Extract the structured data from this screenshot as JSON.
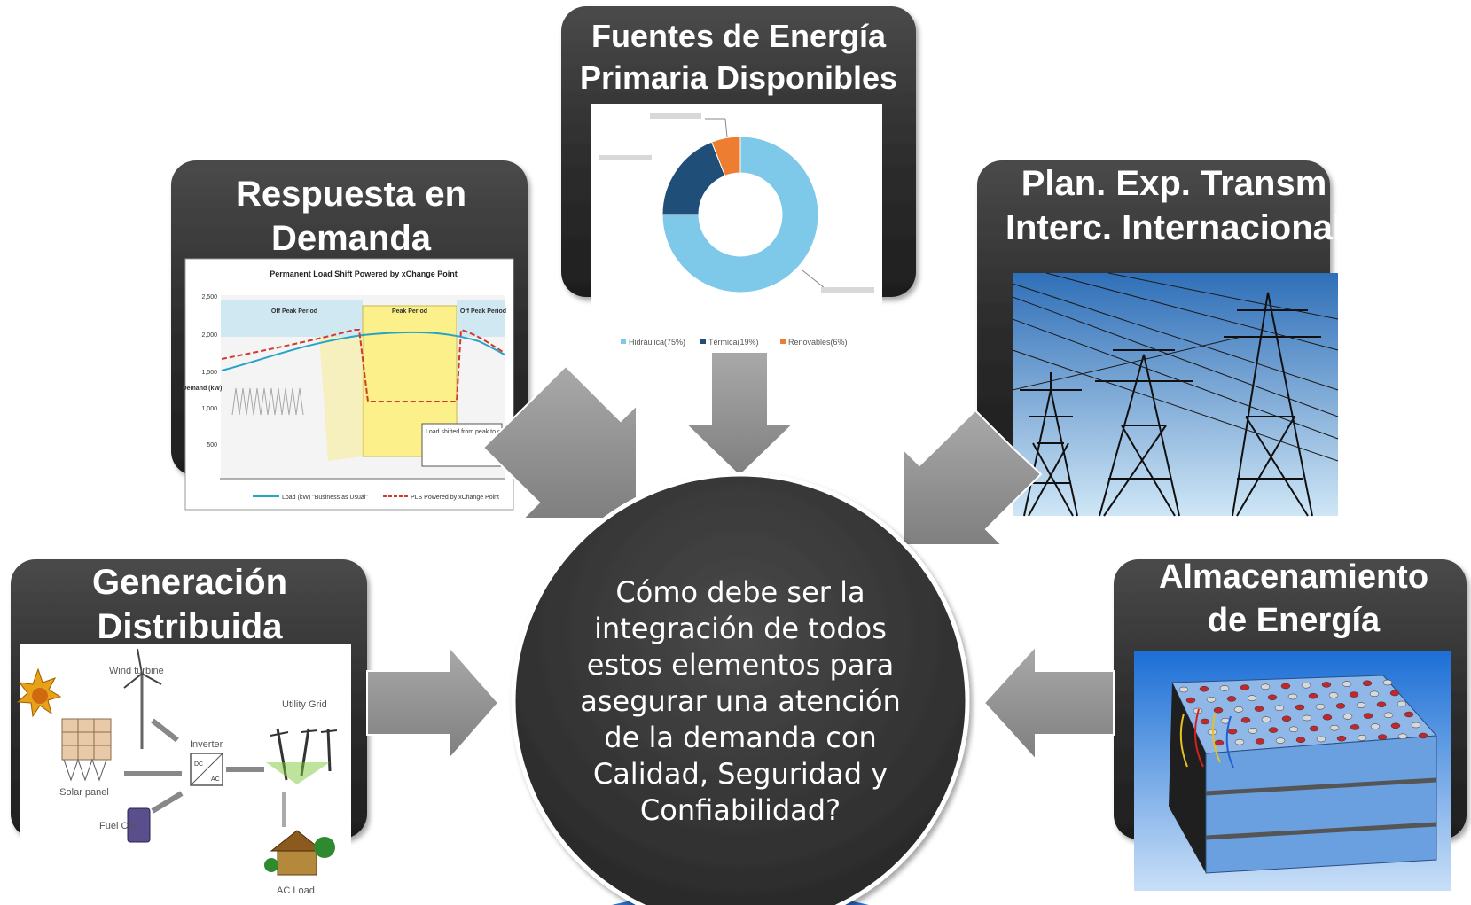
{
  "center": {
    "lines": [
      "Cómo debe ser la",
      "integración de todos",
      "estos elementos para",
      "asegurar una atención",
      "de la demanda con",
      "Calidad, Seguridad y",
      "Confiabilidad?"
    ]
  },
  "panels": {
    "fuentes": {
      "title_lines": [
        "Fuentes de Energía",
        "Primaria Disponibles"
      ]
    },
    "respuesta": {
      "title_lines": [
        "Respuesta en",
        "Demanda"
      ]
    },
    "plan": {
      "title_lines": [
        "Plan.  Exp. Transm",
        "Interc. Internacional"
      ]
    },
    "generacion": {
      "title_lines": [
        "Generación",
        "Distribuida"
      ]
    },
    "almacenamiento": {
      "title_lines": [
        "Almacenamiento",
        "de Energía"
      ]
    }
  },
  "donut": {
    "segments": [
      {
        "value": 75,
        "color": "#7ec8ea"
      },
      {
        "value": 19,
        "color": "#1f4e79"
      },
      {
        "value": 6,
        "color": "#ed7d31"
      }
    ],
    "legend": [
      {
        "label": "Hidráulica(75%)",
        "color": "#7ec8ea"
      },
      {
        "label": "Térmica(19%)",
        "color": "#1f4e79"
      },
      {
        "label": "Renovables(6%)",
        "color": "#ed7d31"
      }
    ]
  },
  "load_chart": {
    "title": "Permanent Load Shift Powered by xChange Point",
    "y_ticks": [
      "2,500",
      "2,000",
      "1,500",
      "1,000",
      "500"
    ],
    "y_label": "Demand (kW)",
    "periods": [
      "Off Peak Period",
      "Peak Period",
      "Off Peak Period"
    ],
    "annotation": "Load shifted from peak to off-peak periods daily during entire season",
    "legend": [
      "Load (kW) \"Business as Usual\"",
      "PLS Powered by xChange Point"
    ]
  },
  "gen_diagram": {
    "labels": [
      "Wind turbine",
      "Inverter",
      "Utility Grid",
      "Solar panel",
      "Fuel Cell",
      "AC Load"
    ],
    "inverter_dc": "DC",
    "inverter_ac": "AC"
  }
}
